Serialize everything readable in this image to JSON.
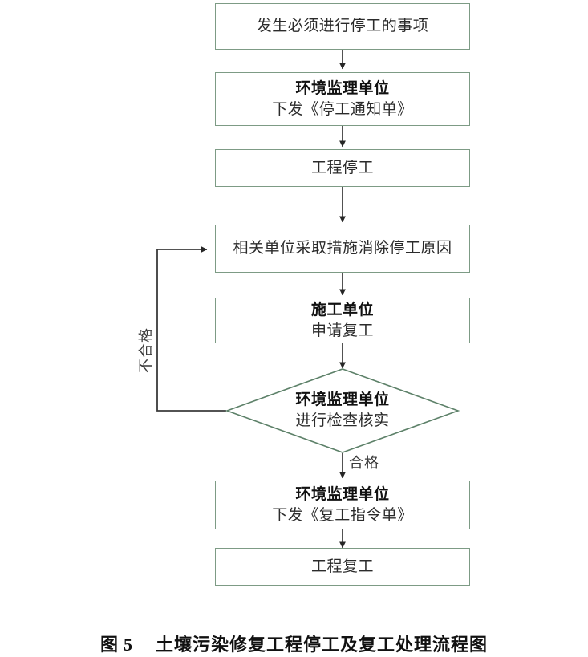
{
  "figure": {
    "caption_prefix": "图",
    "caption_number": "5",
    "caption_title": "土壤污染修复工程停工及复工处理流程图",
    "border_color": "#7d9b85",
    "connector_color": "#333333",
    "background_color": "#ffffff"
  },
  "flow": {
    "type": "flowchart",
    "nodes": [
      {
        "id": "trigger-event",
        "shape": "rectangle",
        "lines": [
          "发生必须进行停工的事项"
        ],
        "bold_lines": [
          false
        ]
      },
      {
        "id": "supervisor-issue-stop-notice",
        "shape": "rectangle",
        "lines": [
          "环境监理单位",
          "下发《停工通知单》"
        ],
        "bold_lines": [
          true,
          false
        ]
      },
      {
        "id": "project-stopped",
        "shape": "rectangle",
        "lines": [
          "工程停工"
        ],
        "bold_lines": [
          false
        ]
      },
      {
        "id": "units-remove-cause",
        "shape": "rectangle",
        "lines": [
          "相关单位采取措施消除停工原因"
        ],
        "bold_lines": [
          false
        ]
      },
      {
        "id": "contractor-apply-resume",
        "shape": "rectangle",
        "lines": [
          "施工单位",
          "申请复工"
        ],
        "bold_lines": [
          true,
          false
        ]
      },
      {
        "id": "supervisor-inspect-verify",
        "shape": "diamond",
        "lines": [
          "环境监理单位",
          "进行检查核实"
        ],
        "bold_lines": [
          true,
          false
        ]
      },
      {
        "id": "supervisor-issue-resume-order",
        "shape": "rectangle",
        "lines": [
          "环境监理单位",
          "下发《复工指令单》"
        ],
        "bold_lines": [
          true,
          false
        ]
      },
      {
        "id": "project-resumed",
        "shape": "rectangle",
        "lines": [
          "工程复工"
        ],
        "bold_lines": [
          false
        ]
      }
    ],
    "edges": [
      {
        "from": "trigger-event",
        "to": "supervisor-issue-stop-notice",
        "label": ""
      },
      {
        "from": "supervisor-issue-stop-notice",
        "to": "project-stopped",
        "label": ""
      },
      {
        "from": "project-stopped",
        "to": "units-remove-cause",
        "label": ""
      },
      {
        "from": "units-remove-cause",
        "to": "contractor-apply-resume",
        "label": ""
      },
      {
        "from": "contractor-apply-resume",
        "to": "supervisor-inspect-verify",
        "label": ""
      },
      {
        "from": "supervisor-inspect-verify",
        "to": "supervisor-issue-resume-order",
        "label": "合格"
      },
      {
        "from": "supervisor-inspect-verify",
        "to": "units-remove-cause",
        "label": "不合格"
      },
      {
        "from": "supervisor-issue-resume-order",
        "to": "project-resumed",
        "label": ""
      }
    ],
    "labels": {
      "pass": "合格",
      "fail": "不合格"
    }
  }
}
